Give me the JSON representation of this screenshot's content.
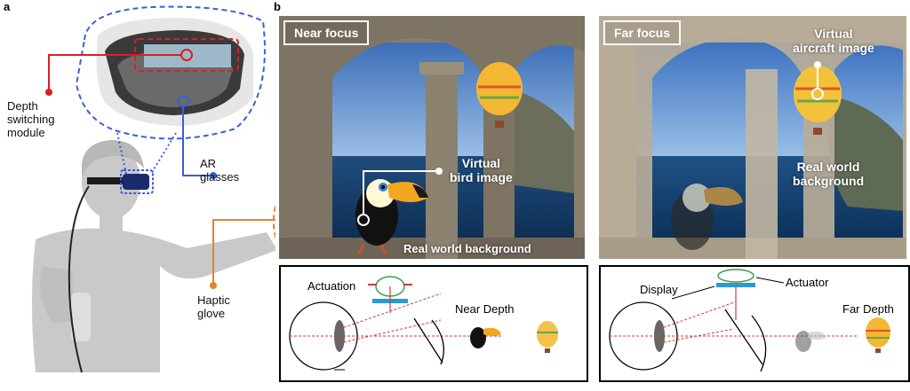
{
  "panel_a": {
    "letter": "a",
    "labels": {
      "depth_switching": "Depth\nswitching\nmodule",
      "ar_glasses": "AR\nglasses",
      "haptic_glove": "Haptic\nglove"
    },
    "colors": {
      "depth": "#d81f26",
      "glasses": "#3b5fd6",
      "glove": "#e5822f"
    }
  },
  "panel_b": {
    "letter": "b",
    "near": {
      "focus_label": "Near focus",
      "bird_label": "Virtual\nbird image",
      "background_label": "Real world background"
    },
    "far": {
      "focus_label": "Far focus",
      "aircraft_label": "Virtual\naircraft image",
      "background_label": "Real world\nbackground"
    },
    "diagram_near": {
      "actuation": "Actuation",
      "depth": "Near Depth"
    },
    "diagram_far": {
      "display": "Display",
      "actuator": "Actuator",
      "depth": "Far Depth"
    }
  }
}
